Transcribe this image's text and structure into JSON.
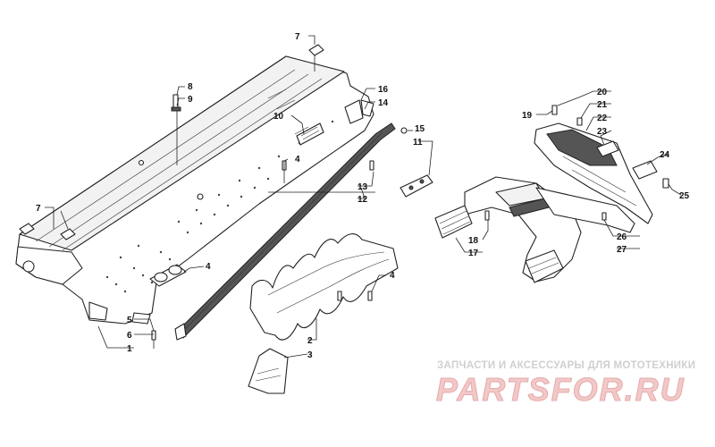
{
  "callouts": [
    "1",
    "2",
    "3",
    "4",
    "4",
    "4",
    "5",
    "6",
    "7",
    "7",
    "8",
    "9",
    "10",
    "11",
    "12",
    "13",
    "14",
    "15",
    "16",
    "17",
    "18",
    "19",
    "20",
    "21",
    "22",
    "23",
    "24",
    "25",
    "26",
    "27"
  ],
  "watermark": {
    "caption": "ЗАПЧАСТИ И АКСЕССУАРЫ ДЛЯ МОТОТЕХНИКИ",
    "logo": "PARTSFOR.RU"
  },
  "colors": {
    "line": "#222222",
    "logo": "#f2c8c8",
    "caption": "#cfcfcf"
  }
}
